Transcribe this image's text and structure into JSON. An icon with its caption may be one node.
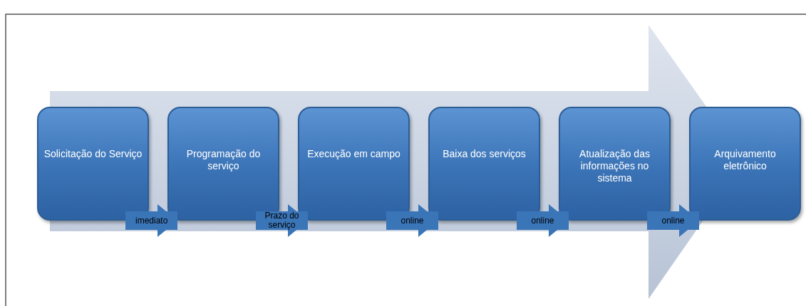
{
  "diagram": {
    "nodes": [
      {
        "text": [
          "Solicitação do Serviço"
        ]
      },
      {
        "text": [
          "Programação do serviço"
        ]
      },
      {
        "text": [
          "Execução em campo"
        ]
      },
      {
        "text": [
          "Baixa dos serviços"
        ]
      },
      {
        "text": [
          "Atualização das informações no sistema"
        ]
      },
      {
        "text": [
          "Arquivamento eletrônico"
        ]
      }
    ],
    "edges": [
      {
        "from": 0,
        "to": 1,
        "arrow": "to",
        "label": "imediato"
      },
      {
        "from": 1,
        "to": 2,
        "arrow": "to",
        "label": "Prazo do serviço"
      },
      {
        "from": 2,
        "to": 3,
        "arrow": "to",
        "label": "online"
      },
      {
        "from": 3,
        "to": 4,
        "arrow": "to",
        "label": "online"
      },
      {
        "from": 4,
        "to": 5,
        "arrow": "to",
        "label": "online"
      }
    ]
  }
}
